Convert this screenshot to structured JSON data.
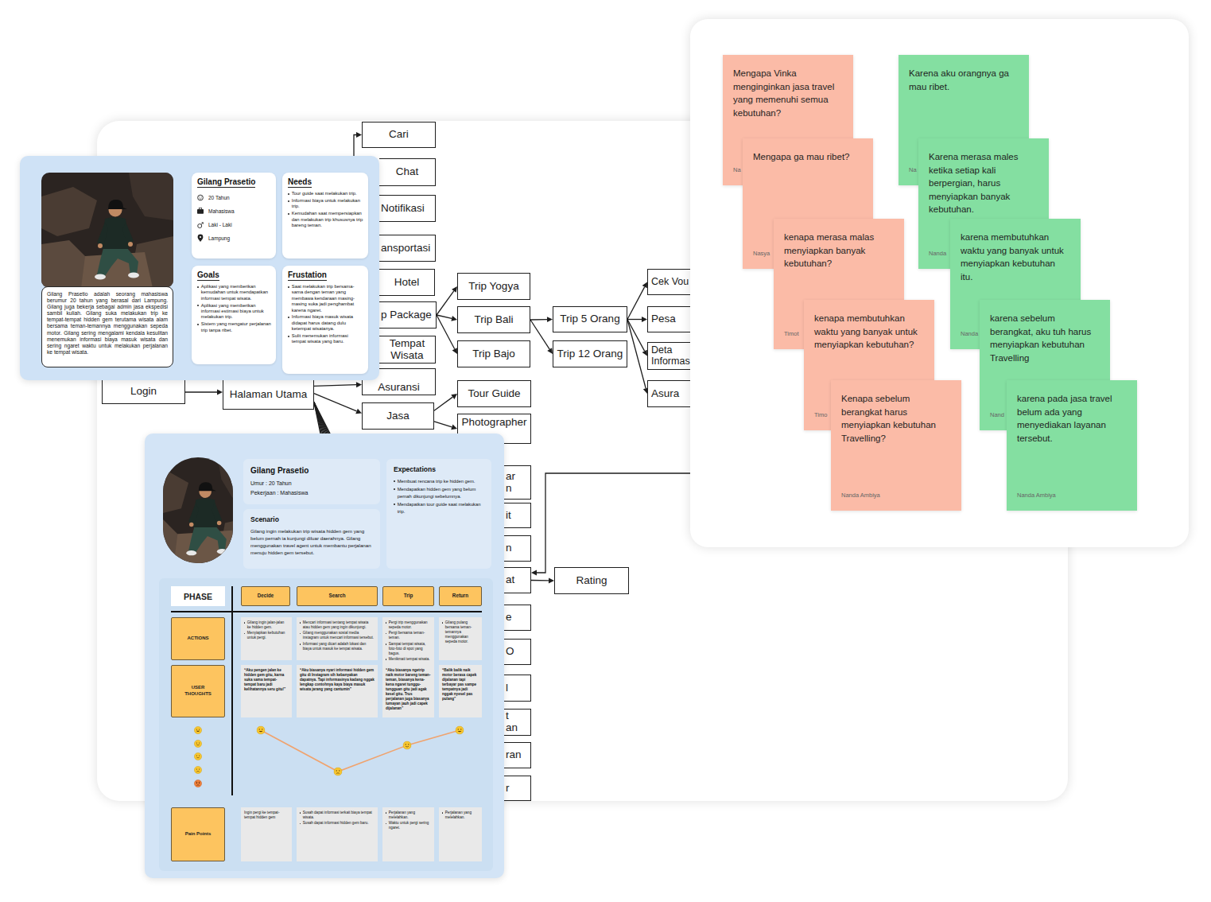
{
  "diagram": {
    "nodes": [
      {
        "text": [
          "Gilang Prasetio adalah seorang mahasiswa berumur 20 tahun yang berasal dari Lampung. Gilang juga bekerja sebagai admin jasa ekspedisi sambil kuliah. Gilang suka melakukan trip ke tempat-tempat hidden gem terutama wisata alam bersama teman-temannya menggunakan sepeda motor. Gilang sering mengalami kendala kesulitan menemukan informasi biaya masuk wisata dan sering ngaret waktu untuk melakukan perjalanan ke tempat wisata."
        ]
      },
      {
        "text": [
          "Gilang Prasetio",
          "20 Tahun",
          "Mahasiswa",
          "Laki - Laki",
          "Lampung"
        ]
      },
      {
        "text": [
          "Needs",
          "Tour guide saat melakukan trip.",
          "Informasi biaya untuk melakukan trip.",
          "Kemudahan saat mempersiapkan dan melakukan trip khususnya trip bareng teman."
        ]
      },
      {
        "text": [
          "Goals",
          "Aplikasi yang memberikan kemudahan untuk mendapatkan informasi tempat wisata.",
          "Aplikasi yang memberikan informasi estimasi biaya untuk melakukan trip.",
          "Sistem yang mengatur perjalanan trip tanpa ribet."
        ]
      },
      {
        "text": [
          "Frustation",
          "Saat melakukan trip bersama-sama dengan teman yang membawa kendaraan masing-masing suka jadi penghambat karena ngaret.",
          "Informasi biaya masuk wisata didapat harus datang dulu ketempat wisatanya.",
          "Sulit menemukan informasi tempat wisata yang baru."
        ]
      },
      {
        "text": [
          "Cari"
        ]
      },
      {
        "text": [
          "Chat"
        ]
      },
      {
        "text": [
          "Notifikasi"
        ]
      },
      {
        "text": [
          "ansportasi"
        ]
      },
      {
        "text": [
          "Hotel"
        ]
      },
      {
        "text": [
          "p Package"
        ]
      },
      {
        "text": [
          "Tempat Wisata"
        ]
      },
      {
        "text": [
          "Asuransi"
        ]
      },
      {
        "text": [
          "Jasa"
        ]
      },
      {
        "text": [
          "Login"
        ]
      },
      {
        "text": [
          "Halaman Utama"
        ]
      },
      {
        "text": [
          "Trip Yogya"
        ]
      },
      {
        "text": [
          "Trip Bali"
        ]
      },
      {
        "text": [
          "Trip Bajo"
        ]
      },
      {
        "text": [
          "Trip 5 Orang"
        ]
      },
      {
        "text": [
          "Trip 12 Orang"
        ]
      },
      {
        "text": [
          "Cek Vou"
        ]
      },
      {
        "text": [
          "Pesa"
        ]
      },
      {
        "text": [
          "Deta Informas"
        ]
      },
      {
        "text": [
          "Asura"
        ]
      },
      {
        "text": [
          "Tour Guide"
        ]
      },
      {
        "text": [
          "Photographer"
        ]
      },
      {
        "text": [
          "ar n"
        ]
      },
      {
        "text": [
          "it"
        ]
      },
      {
        "text": [
          "n"
        ]
      },
      {
        "text": [
          "at"
        ]
      },
      {
        "text": [
          "e"
        ]
      },
      {
        "text": [
          "O"
        ]
      },
      {
        "text": [
          "l"
        ]
      },
      {
        "text": [
          "t an"
        ]
      },
      {
        "text": [
          "ran"
        ]
      },
      {
        "text": [
          "r"
        ]
      },
      {
        "text": [
          "Rating"
        ]
      },
      {
        "text": [
          "Gilang Prasetio",
          "Umur : 20 Tahun",
          "Pekerjaan : Mahasiswa"
        ]
      },
      {
        "text": [
          "Scenario",
          "Gilang ingin melakukan trip wisata hidden gem yang belum pernah ia kunjungi diluar daerahnya. Gilang menggunakan travel agent untuk membantu perjalanan menuju hidden gem tersebut."
        ]
      },
      {
        "text": [
          "Expectations",
          "Membuat rencana trip ke hidden gem.",
          "Mendapatkan hidden gem yang belum pernah dikunjungi sebelumnya.",
          "Mendapatkan tour guide saat melakukan trip."
        ]
      },
      {
        "text": [
          "PHASE"
        ]
      },
      {
        "text": [
          "Decide"
        ]
      },
      {
        "text": [
          "Search"
        ]
      },
      {
        "text": [
          "Trip"
        ]
      },
      {
        "text": [
          "Return"
        ]
      },
      {
        "text": [
          "ACTIONS"
        ]
      },
      {
        "text": [
          "USER THOUGHTS"
        ]
      },
      {
        "text": [
          "Pain Points"
        ]
      },
      {
        "text": [
          "Gilang ingin jalan-jalan ke hidden gem.",
          "Menyiapkan kebutuhan untuk pergi."
        ]
      },
      {
        "text": [
          "Mencari informasi tentang tempat wisata atau hidden gem yang ingin dikunjungi.",
          "Gilang menggunakan sosial media instagram untuk mencari informasi tersebut.",
          "Informasi yang dicari adalah lokasi dan biaya untuk masuk ke tempat wisata."
        ]
      },
      {
        "text": [
          "Pergi trip menggunakan sepeda motor.",
          "Pergi bersama teman-teman.",
          "Sampai tempat wisata, foto-foto di spot yang bagus.",
          "Menikmati tempat wisata."
        ]
      },
      {
        "text": [
          "Gilang pulang bersama teman-temannya menggunakan sepeda motor."
        ]
      },
      {
        "text": [
          "“Aku pengen jalan ke hidden gem gitu, karna suka sama tempat-tempat baru jadi kelihatannya seru gitu!”"
        ]
      },
      {
        "text": [
          "“Aku biasanya nyari informasi hidden gem gitu di Instagram sih kebanyakan dapatnya. Tapi informasinya kadang nggak lengkap contohnya kaya biaya masuk wisata jarang yang cantumin”"
        ]
      },
      {
        "text": [
          "“Aku biasanya ngetrip naik motor bareng teman-teman, biasanya kena-kena ngaret tunggu-tungguan gitu jadi agak kesel gitu. Trus perjalanan juga biasanya lumayan jauh jadi capek dijalanan”"
        ]
      },
      {
        "text": [
          "“Balik balik naik motor berasa capek dijalanan tapi terbayar pas sampe tempatnya jadi nggak nyesel pas pulang”"
        ]
      },
      {
        "text": [
          "Ingin pergi ke tempat-tempat hidden gem"
        ]
      },
      {
        "text": [
          "Susah dapat informasi terkait biaya tempat wisata.",
          "Susah dapat informasi hidden gem baru."
        ]
      },
      {
        "text": [
          "Perjalanan yang melelahkan.",
          "Waktu untuk pergi sering ngaret."
        ]
      },
      {
        "text": [
          "Perjalanan yang melelahkan."
        ]
      },
      {
        "text": [
          "Mengapa Vinka menginginkan jasa travel yang memenuhi semua kebutuhan?",
          "Na"
        ]
      },
      {
        "text": [
          "Mengapa ga mau ribet?",
          "Nasya"
        ]
      },
      {
        "text": [
          "kenapa merasa malas menyiapkan banyak kebutuhan?",
          "Timot"
        ]
      },
      {
        "text": [
          "kenapa membutuhkan waktu yang banyak untuk menyiapkan kebutuhan?",
          "Timo"
        ]
      },
      {
        "text": [
          "Kenapa sebelum berangkat harus menyiapkan kebutuhan Travelling?",
          "Nanda Ambiya"
        ]
      },
      {
        "text": [
          "Karena aku orangnya ga mau ribet.",
          "Na"
        ]
      },
      {
        "text": [
          "Karena merasa males ketika setiap kali berpergian, harus menyiapkan banyak kebutuhan.",
          "Nanda"
        ]
      },
      {
        "text": [
          "karena membutuhkan waktu yang banyak untuk menyiapkan kebutuhan itu.",
          "Nanda"
        ]
      },
      {
        "text": [
          "karena sebelum berangkat, aku tuh harus menyiapkan kebutuhan Travelling",
          "Nand"
        ]
      },
      {
        "text": [
          "karena pada jasa travel belum ada yang menyediakan layanan tersebut.",
          "Nanda Ambiya"
        ]
      }
    ],
    "edges": [
      {
        "from": 14,
        "to": 15,
        "arrow": "to"
      },
      {
        "from": 15,
        "to": 5,
        "arrow": "to"
      },
      {
        "from": 15,
        "to": 6,
        "arrow": "to"
      },
      {
        "from": 15,
        "to": 7,
        "arrow": "to"
      },
      {
        "from": 15,
        "to": 8,
        "arrow": "to"
      },
      {
        "from": 15,
        "to": 9,
        "arrow": "to"
      },
      {
        "from": 15,
        "to": 10,
        "arrow": "to"
      },
      {
        "from": 15,
        "to": 11,
        "arrow": "to"
      },
      {
        "from": 15,
        "to": 12,
        "arrow": "to"
      },
      {
        "from": 15,
        "to": 13,
        "arrow": "to"
      },
      {
        "from": 15,
        "to": 27,
        "arrow": "to"
      },
      {
        "from": 15,
        "to": 28,
        "arrow": "to"
      },
      {
        "from": 15,
        "to": 29,
        "arrow": "to"
      },
      {
        "from": 15,
        "to": 30,
        "arrow": "to"
      },
      {
        "from": 15,
        "to": 31,
        "arrow": "to"
      },
      {
        "from": 15,
        "to": 32,
        "arrow": "to"
      },
      {
        "from": 15,
        "to": 33,
        "arrow": "to"
      },
      {
        "from": 15,
        "to": 34,
        "arrow": "to"
      },
      {
        "from": 15,
        "to": 35,
        "arrow": "to"
      },
      {
        "from": 15,
        "to": 36,
        "arrow": "to"
      },
      {
        "from": 10,
        "to": 16,
        "arrow": "to"
      },
      {
        "from": 10,
        "to": 17,
        "arrow": "to"
      },
      {
        "from": 10,
        "to": 18,
        "arrow": "to"
      },
      {
        "from": 17,
        "to": 19,
        "arrow": "to"
      },
      {
        "from": 17,
        "to": 20,
        "arrow": "to"
      },
      {
        "from": 19,
        "to": 21,
        "arrow": "to"
      },
      {
        "from": 19,
        "to": 22,
        "arrow": "to"
      },
      {
        "from": 19,
        "to": 23,
        "arrow": "to"
      },
      {
        "from": 19,
        "to": 24,
        "arrow": "to"
      },
      {
        "from": 13,
        "to": 25,
        "arrow": "to"
      },
      {
        "from": 13,
        "to": 26,
        "arrow": "to"
      },
      {
        "from": 30,
        "to": 37,
        "arrow": "to"
      }
    ]
  }
}
